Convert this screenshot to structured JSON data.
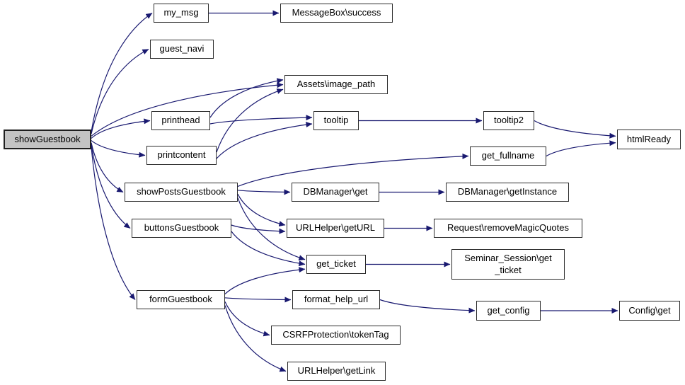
{
  "graph": {
    "kind": "call-graph",
    "root": "showGuestbook"
  },
  "colors": {
    "edge": "#191970",
    "node_fill": "#ffffff",
    "node_border": "#2b2b2b",
    "root_fill": "#c3c3c3",
    "text": "#000000"
  },
  "nodes": {
    "showGuestbook": {
      "label": "showGuestbook"
    },
    "my_msg": {
      "label": "my_msg"
    },
    "messagebox_success": {
      "label": "MessageBox\\success"
    },
    "guest_navi": {
      "label": "guest_navi"
    },
    "assets_image_path": {
      "label": "Assets\\image_path"
    },
    "printhead": {
      "label": "printhead"
    },
    "tooltip": {
      "label": "tooltip"
    },
    "tooltip2": {
      "label": "tooltip2"
    },
    "htmlready": {
      "label": "htmlReady"
    },
    "printcontent": {
      "label": "printcontent"
    },
    "get_fullname": {
      "label": "get_fullname"
    },
    "showpostsguestbook": {
      "label": "showPostsGuestbook"
    },
    "dbmanager_get": {
      "label": "DBManager\\get"
    },
    "dbmanager_getinstance": {
      "label": "DBManager\\getInstance"
    },
    "buttonsguestbook": {
      "label": "buttonsGuestbook"
    },
    "urlhelper_geturl": {
      "label": "URLHelper\\getURL"
    },
    "request_removemagicquotes": {
      "label": "Request\\removeMagicQuotes"
    },
    "get_ticket": {
      "label": "get_ticket"
    },
    "seminar_session_get_ticket": {
      "label": "Seminar_Session\\get\n_ticket"
    },
    "formguestbook": {
      "label": "formGuestbook"
    },
    "format_help_url": {
      "label": "format_help_url"
    },
    "get_config": {
      "label": "get_config"
    },
    "config_get": {
      "label": "Config\\get"
    },
    "csrfprotection_tokentag": {
      "label": "CSRFProtection\\tokenTag"
    },
    "urlhelper_getlink": {
      "label": "URLHelper\\getLink"
    }
  },
  "edges": [
    {
      "from": "showGuestbook",
      "to": "my_msg"
    },
    {
      "from": "showGuestbook",
      "to": "guest_navi"
    },
    {
      "from": "showGuestbook",
      "to": "assets_image_path"
    },
    {
      "from": "showGuestbook",
      "to": "printhead"
    },
    {
      "from": "showGuestbook",
      "to": "printcontent"
    },
    {
      "from": "showGuestbook",
      "to": "showpostsguestbook"
    },
    {
      "from": "showGuestbook",
      "to": "buttonsguestbook"
    },
    {
      "from": "showGuestbook",
      "to": "formguestbook"
    },
    {
      "from": "my_msg",
      "to": "messagebox_success"
    },
    {
      "from": "printhead",
      "to": "assets_image_path"
    },
    {
      "from": "printhead",
      "to": "tooltip"
    },
    {
      "from": "printcontent",
      "to": "assets_image_path"
    },
    {
      "from": "printcontent",
      "to": "tooltip"
    },
    {
      "from": "tooltip",
      "to": "tooltip2"
    },
    {
      "from": "tooltip2",
      "to": "htmlready"
    },
    {
      "from": "get_fullname",
      "to": "htmlready"
    },
    {
      "from": "showpostsguestbook",
      "to": "get_fullname"
    },
    {
      "from": "showpostsguestbook",
      "to": "dbmanager_get"
    },
    {
      "from": "showpostsguestbook",
      "to": "urlhelper_geturl"
    },
    {
      "from": "showpostsguestbook",
      "to": "get_ticket"
    },
    {
      "from": "dbmanager_get",
      "to": "dbmanager_getinstance"
    },
    {
      "from": "buttonsguestbook",
      "to": "urlhelper_geturl"
    },
    {
      "from": "buttonsguestbook",
      "to": "get_ticket"
    },
    {
      "from": "urlhelper_geturl",
      "to": "request_removemagicquotes"
    },
    {
      "from": "get_ticket",
      "to": "seminar_session_get_ticket"
    },
    {
      "from": "formguestbook",
      "to": "get_ticket"
    },
    {
      "from": "formguestbook",
      "to": "format_help_url"
    },
    {
      "from": "formguestbook",
      "to": "csrfprotection_tokentag"
    },
    {
      "from": "formguestbook",
      "to": "urlhelper_getlink"
    },
    {
      "from": "format_help_url",
      "to": "get_config"
    },
    {
      "from": "get_config",
      "to": "config_get"
    }
  ]
}
